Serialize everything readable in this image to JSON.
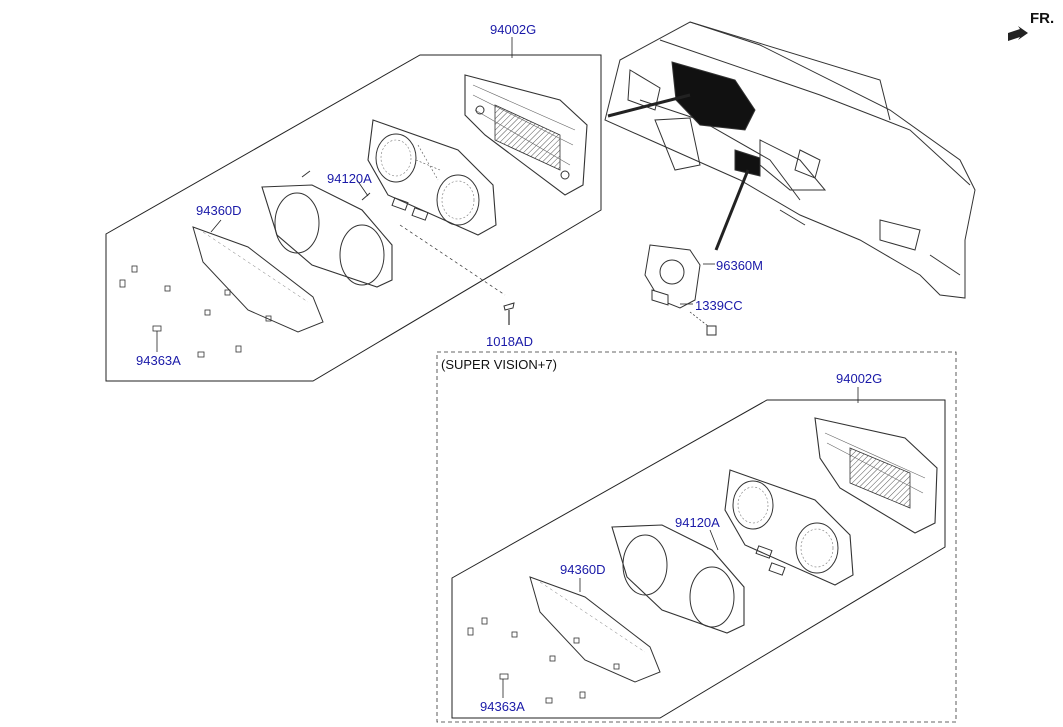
{
  "direction_label": "FR.",
  "variant_label": "(SUPER VISION+7)",
  "colors": {
    "part_label": "#1a1aa8",
    "line": "#222222"
  },
  "top_assembly": {
    "assembly": "94002G",
    "cluster": "94120A",
    "bezel": "94360D",
    "clip": "94363A",
    "screw": "1018AD"
  },
  "bottom_assembly": {
    "assembly": "94002G",
    "cluster": "94120A",
    "bezel": "94360D",
    "clip": "94363A"
  },
  "dash_parts": {
    "module": "96360M",
    "nut": "1339CC"
  }
}
